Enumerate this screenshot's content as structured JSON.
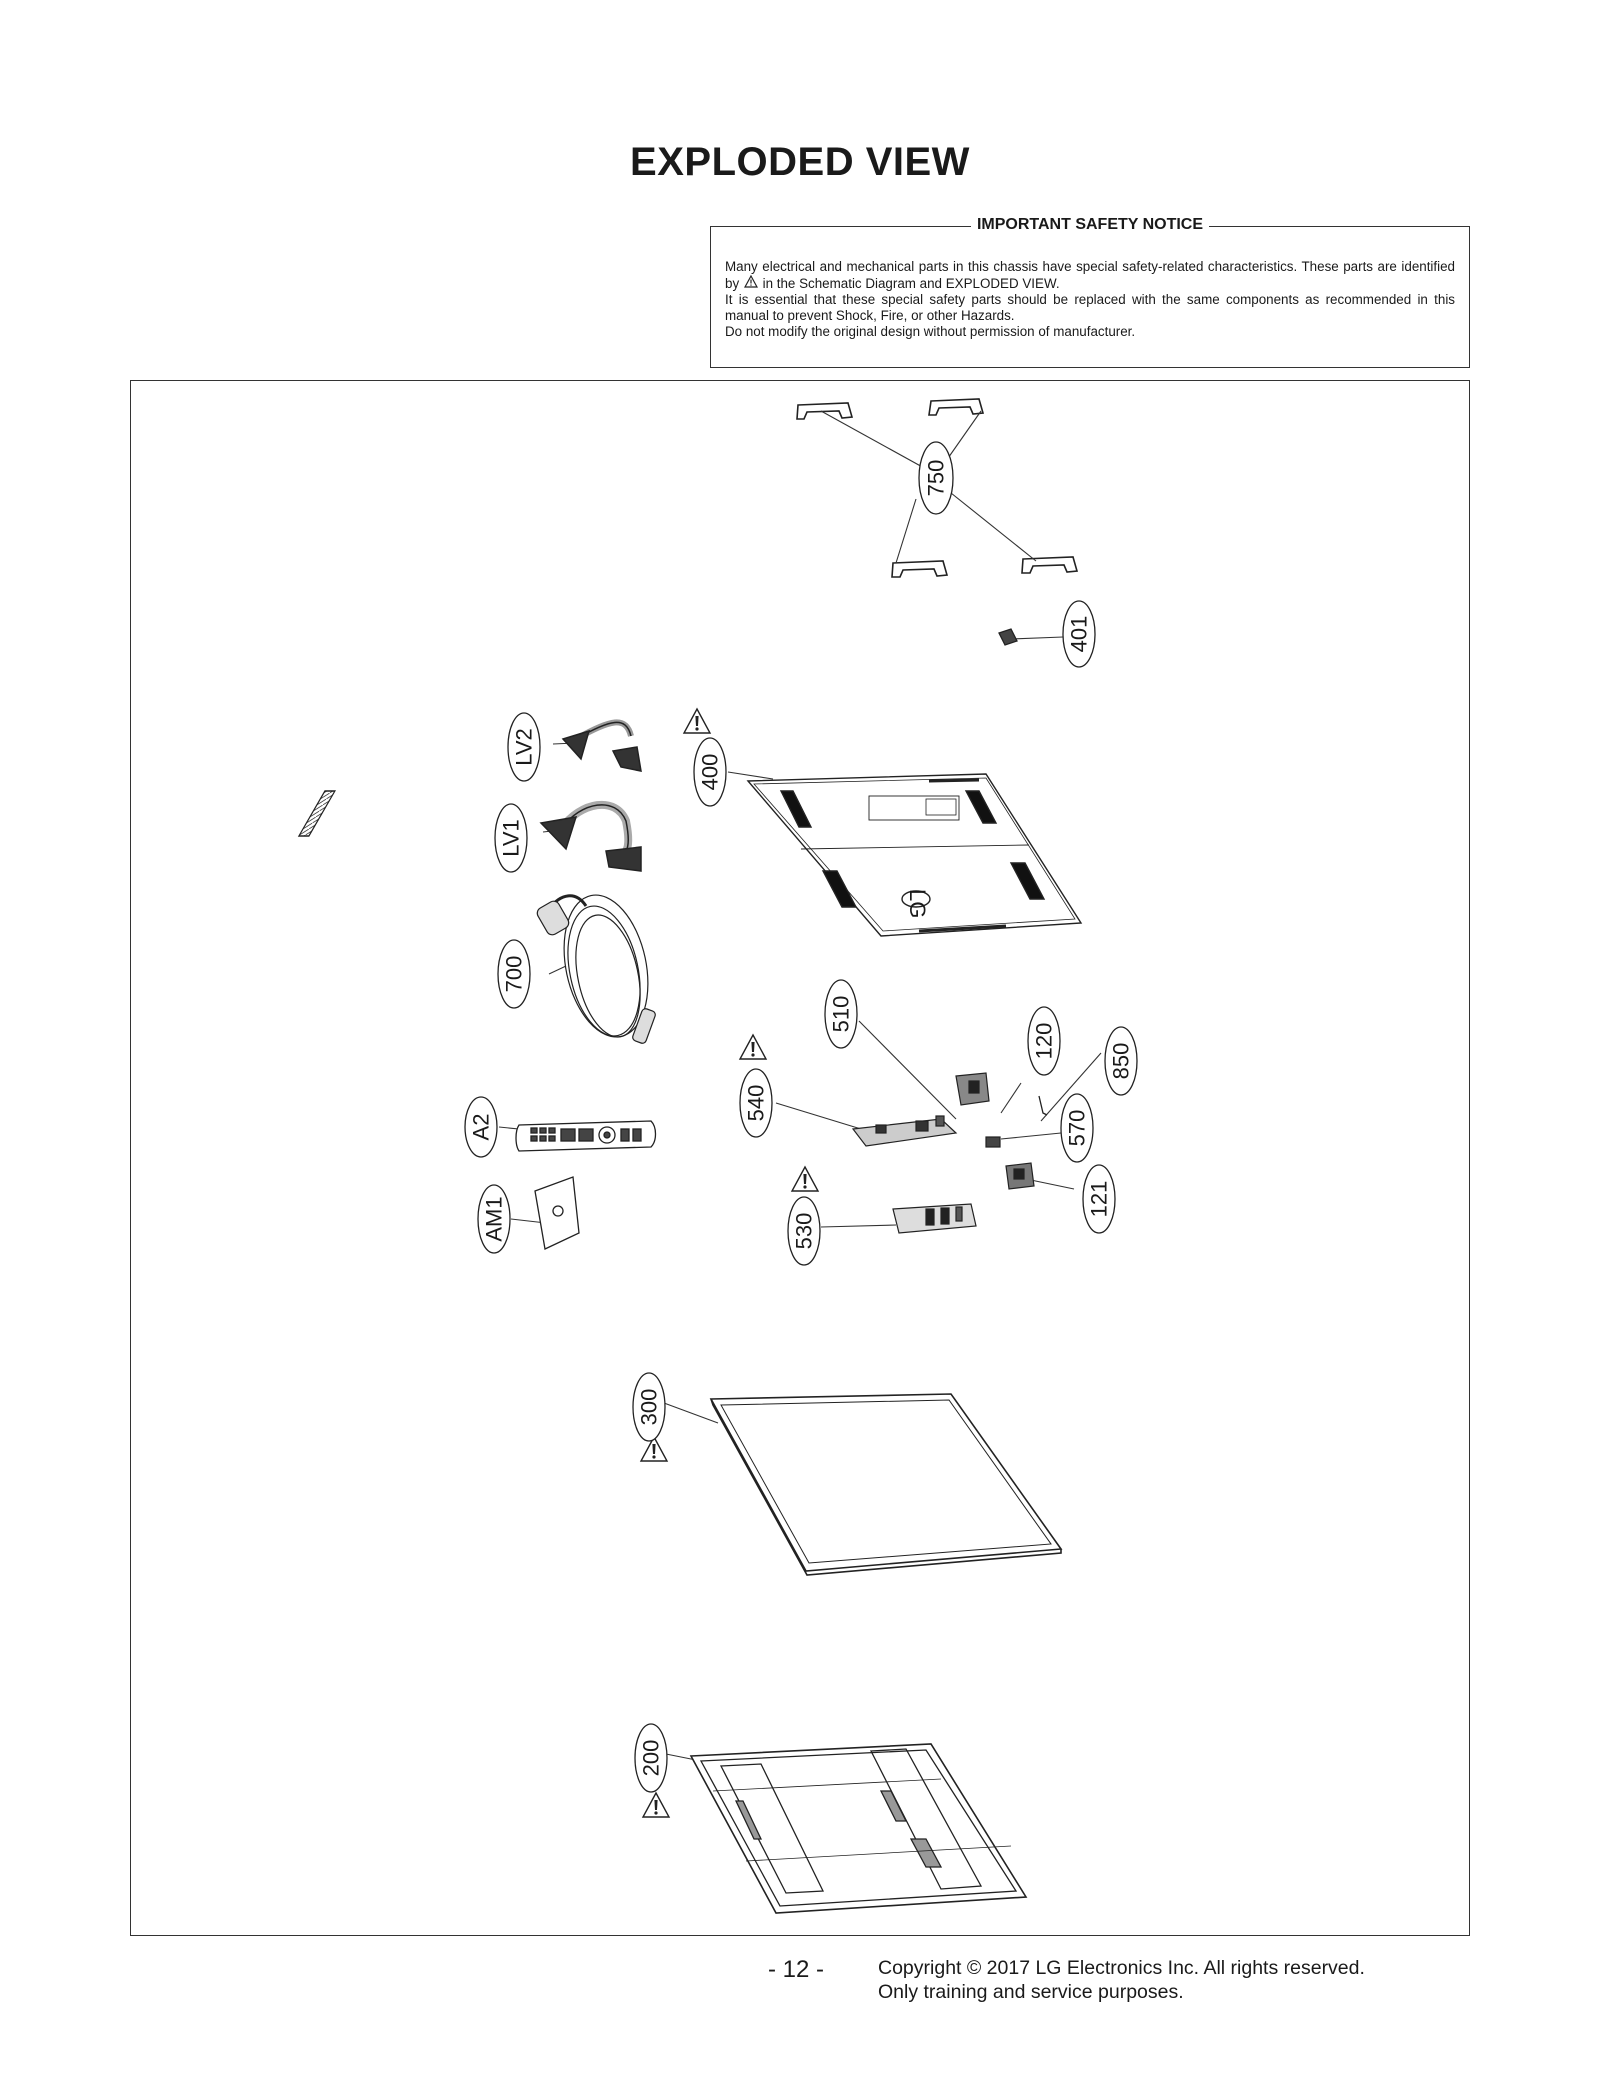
{
  "page": {
    "title": "EXPLODED VIEW",
    "page_number": "- 12 -",
    "copyright": "Copyright © 2017 LG Electronics Inc. All rights reserved.",
    "usage": "Only training and service purposes."
  },
  "safety_notice": {
    "heading": "IMPORTANT SAFETY NOTICE",
    "line1_before_icon": "Many electrical and mechanical parts in this chassis have special safety-related characteristics. These parts are identified by",
    "line1_after_icon": "in the Schematic Diagram and EXPLODED VIEW.",
    "line2": "It is essential that these special safety parts should be replaced with the same components as recommended in this manual to prevent Shock, Fire, or other Hazards.",
    "line3": "Do not modify the original design without permission of manufacturer.",
    "icon": "warning-triangle-icon"
  },
  "diagram": {
    "callouts": [
      "750",
      "401",
      "LV2",
      "LV1",
      "700",
      "A2",
      "AM1",
      "400",
      "510",
      "540",
      "120",
      "850",
      "570",
      "121",
      "530",
      "300",
      "200"
    ],
    "safety_marked_parts": [
      "400",
      "540",
      "530",
      "300",
      "200"
    ],
    "logo_text": "LG"
  }
}
